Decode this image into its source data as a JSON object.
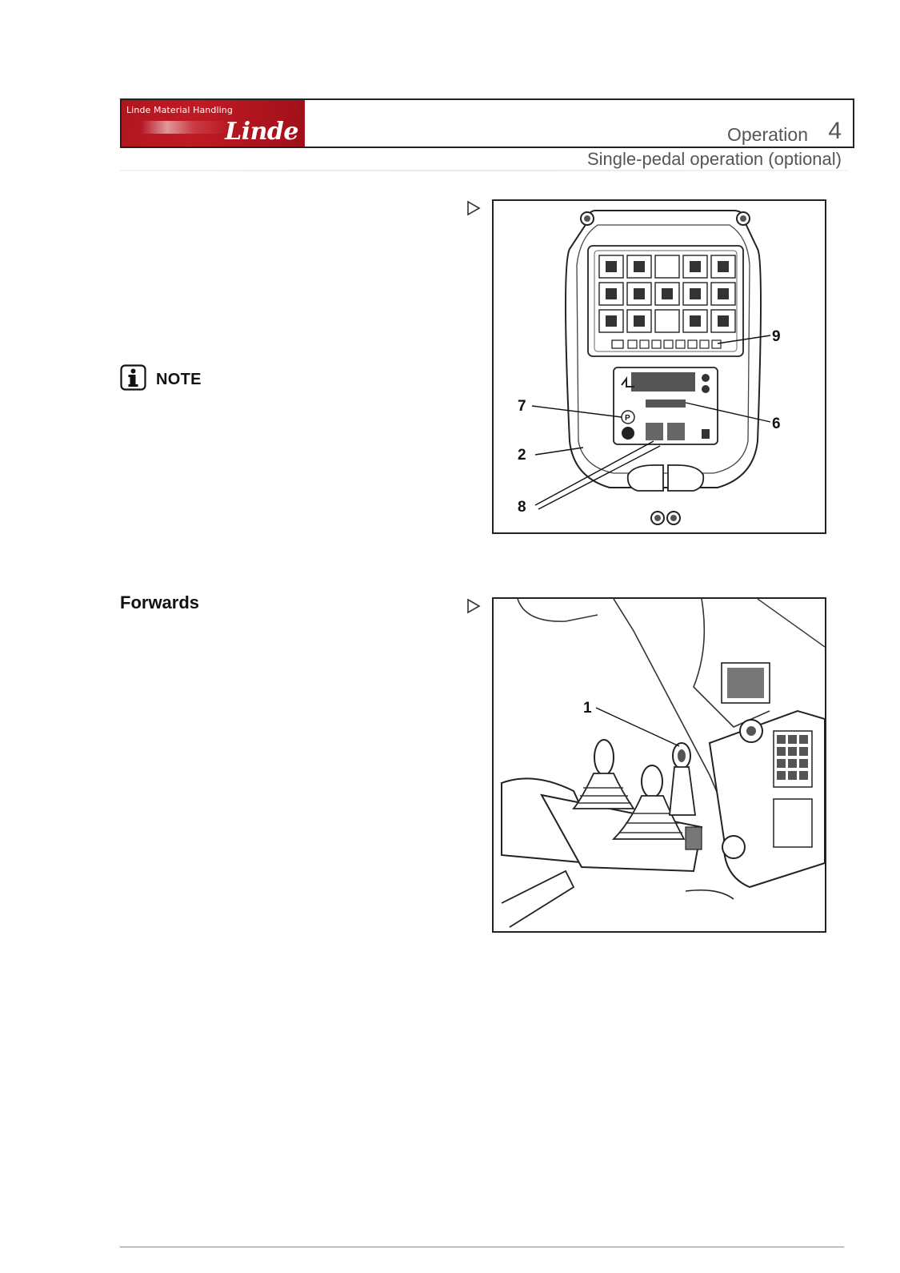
{
  "header": {
    "company": "Linde Material Handling",
    "logo_text": "Linde",
    "section": "Operation",
    "chapter": "4",
    "subtitle": "Single-pedal operation (optional)",
    "brand_color": "#b0161f"
  },
  "note": {
    "icon": "info-icon",
    "label": "NOTE"
  },
  "sections": [
    {
      "heading": "Forwards"
    }
  ],
  "figures": [
    {
      "description_icon": "display-unit",
      "callouts": [
        "9",
        "7",
        "6",
        "2",
        "8"
      ]
    },
    {
      "description_icon": "joystick-console",
      "callouts": [
        "1"
      ]
    }
  ],
  "markers": [
    "triangle-right-icon",
    "triangle-right-icon"
  ]
}
